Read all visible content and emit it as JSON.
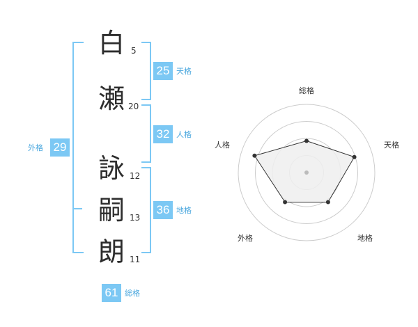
{
  "name": {
    "chars": [
      {
        "char": "白",
        "strokes": "5"
      },
      {
        "char": "瀬",
        "strokes": "20"
      },
      {
        "char": "詠",
        "strokes": "12"
      },
      {
        "char": "嗣",
        "strokes": "13"
      },
      {
        "char": "朗",
        "strokes": "11"
      }
    ]
  },
  "kakusu": {
    "tenkaku": {
      "value": "25",
      "label": "天格"
    },
    "jinkaku": {
      "value": "32",
      "label": "人格"
    },
    "chikaku": {
      "value": "36",
      "label": "地格"
    },
    "gaikaku": {
      "value": "29",
      "label": "外格"
    },
    "soukaku": {
      "value": "61",
      "label": "総格"
    }
  },
  "radar": {
    "axes": [
      "総格",
      "天格",
      "地格",
      "外格",
      "人格"
    ],
    "values": [
      0.58,
      0.92,
      0.67,
      0.67,
      1.0
    ],
    "rings": 4,
    "colors": {
      "ring": "#cccccc",
      "fill": "#eeeeee",
      "line": "#333333",
      "point": "#333333",
      "center": "#bbbbbb"
    }
  }
}
